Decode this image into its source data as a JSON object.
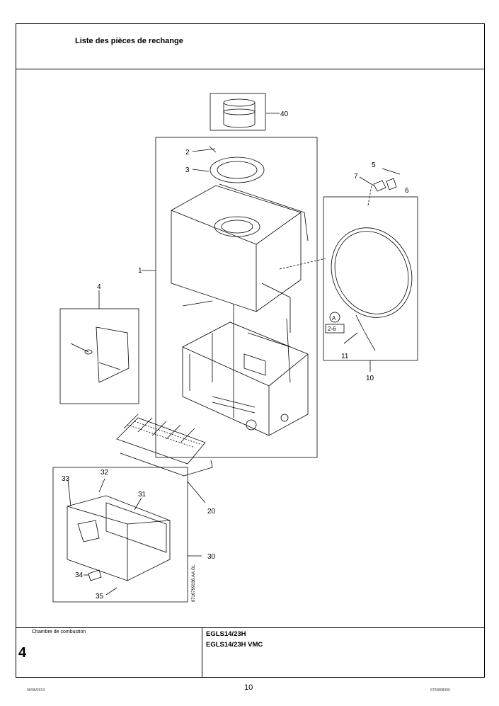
{
  "header": {
    "title": "Liste des pièces de rechange"
  },
  "footer": {
    "chapter_label": "Chambre de combustion",
    "chapter_number": "4",
    "models": [
      "EGLS14/23H",
      "EGLS14/23H VMC"
    ],
    "date": "05/05/2013",
    "page_number": "10",
    "doc_ref": "6720808300"
  },
  "diagram": {
    "drawing_code": "8716799036.AA.GL",
    "callouts": [
      "40",
      "2",
      "3",
      "5",
      "7",
      "6",
      "1",
      "4",
      "A",
      "2-6",
      "11",
      "10",
      "33",
      "32",
      "31",
      "20",
      "30",
      "34",
      "35"
    ]
  }
}
